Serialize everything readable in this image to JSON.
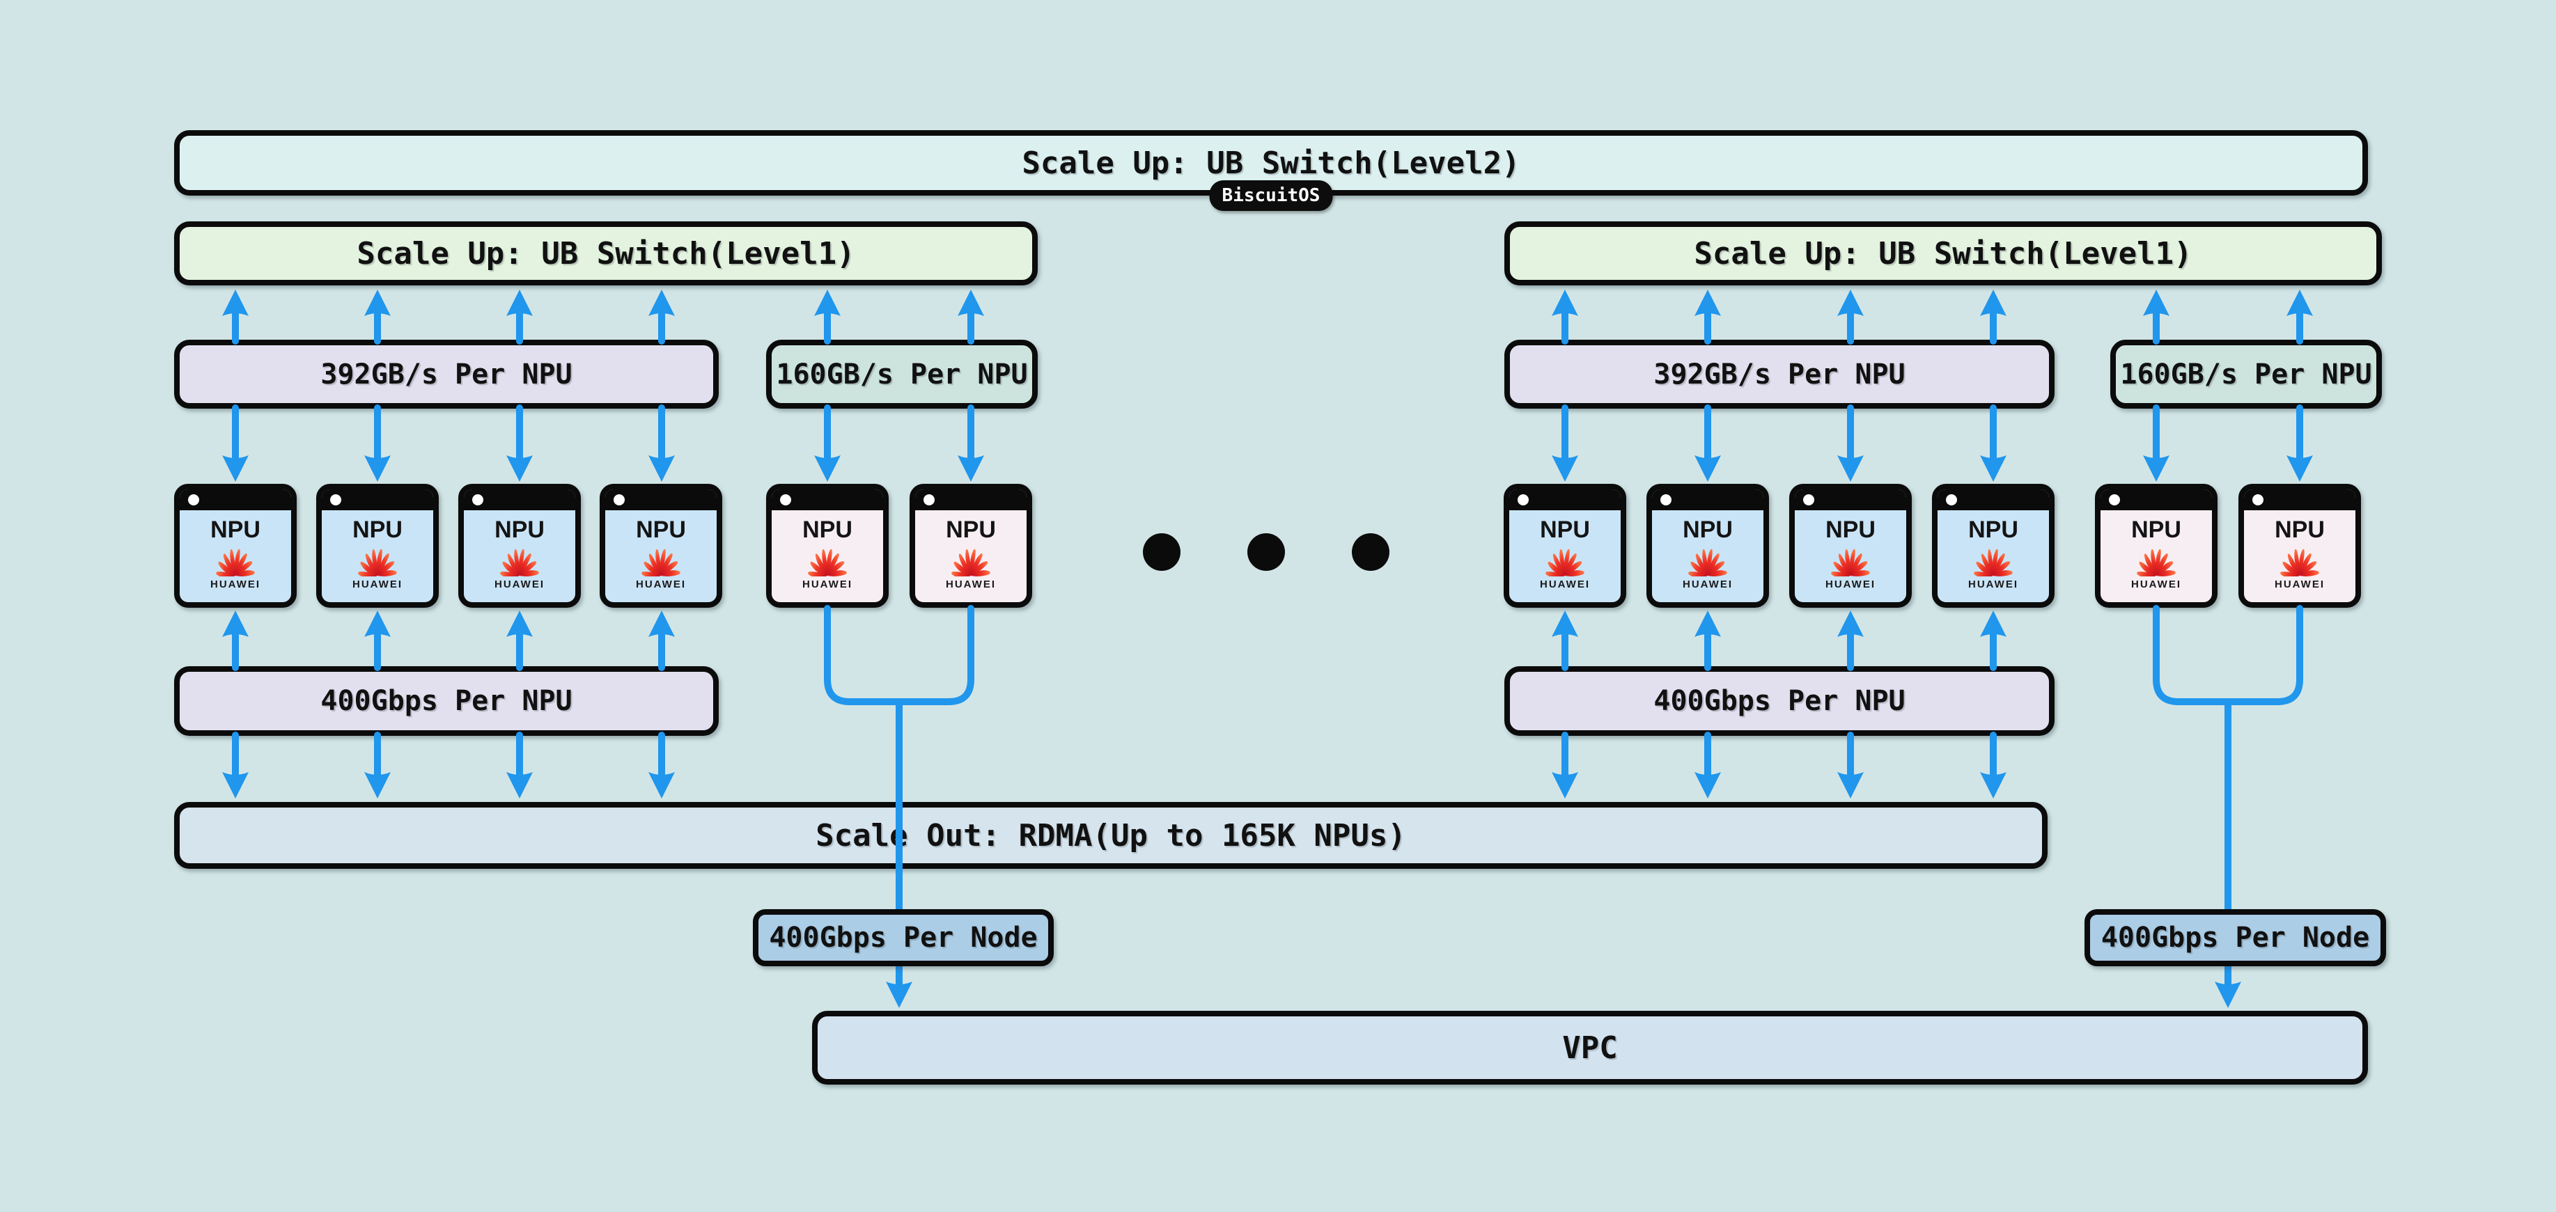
{
  "diagram": {
    "level2_switch_label": "Scale Up: UB Switch(Level2)",
    "os_badge_label": "BiscuitOS",
    "level1_switch_label": "Scale Up: UB Switch(Level1)",
    "bw_per_npu_ub_large": "392GB/s Per NPU",
    "bw_per_npu_ub_small": "160GB/s Per NPU",
    "bw_per_npu_rdma": "400Gbps Per NPU",
    "scale_out_label": "Scale Out: RDMA(Up to 165K NPUs)",
    "bw_per_node": "400Gbps Per Node",
    "vpc_label": "VPC",
    "npu_card": {
      "title": "NPU",
      "vendor": "HUAWEI"
    }
  },
  "colors": {
    "background": "#d2e5e6",
    "level2_fill": "#dcf0f0",
    "level1_fill": "#e3f3df",
    "lavender_fill": "#e2e0ef",
    "teal_fill": "#cde4de",
    "npu_blue_fill": "#c9e4f6",
    "npu_pink_fill": "#f7eef3",
    "scale_out_fill": "#d6e4ee",
    "node_badge_fill": "#abcde6",
    "vpc_fill": "#d3e2ef",
    "arrow_blue": "#2096ed",
    "outline_black": "#0b0b0b",
    "huawei_red": "#e51f2a"
  }
}
